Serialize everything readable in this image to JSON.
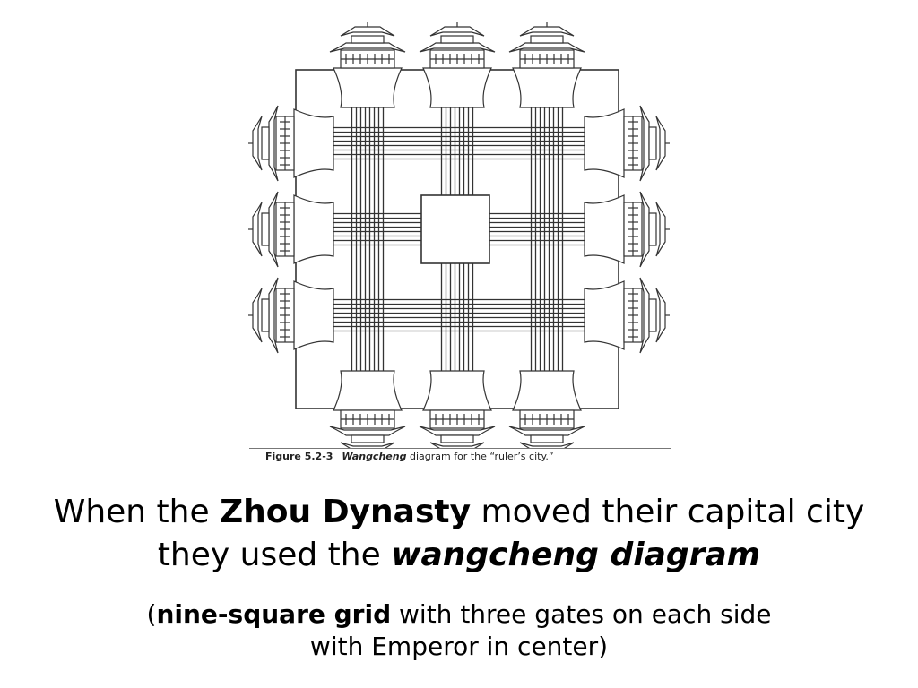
{
  "figure": {
    "caption_number": "Figure 5.2-3",
    "caption_italic": "Wangcheng",
    "caption_rest": "diagram for the “ruler’s city.”",
    "gates_per_side": 3,
    "roads_per_gate": 4
  },
  "headline": {
    "part1": "When the ",
    "bold": "Zhou Dynasty",
    "part2": " moved their capital city",
    "part3": "they used the ",
    "bold_italic": "wangcheng diagram"
  },
  "subline": {
    "open_paren": "(",
    "bold": "nine-square grid",
    "part1": " with three gates on each side",
    "part2": "with Emperor in center)"
  }
}
